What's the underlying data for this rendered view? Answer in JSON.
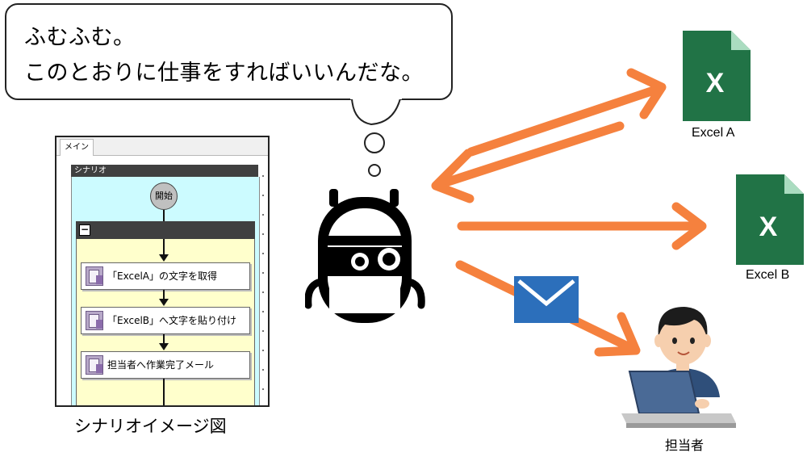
{
  "speech": {
    "line1": "ふむふむ。",
    "line2": "このとおりに仕事をすればいいんだな。"
  },
  "scenario_window": {
    "tab": "メイン",
    "header": "シナリオ",
    "start_node": "開始",
    "group_toggle": "−",
    "steps": [
      "「ExcelA」の文字を取得",
      "「ExcelB」へ文字を貼り付け",
      "担当者へ作業完了メール"
    ],
    "caption": "シナリオイメージ図"
  },
  "targets": {
    "excel_a": {
      "icon_letter": "X",
      "label": "Excel A"
    },
    "excel_b": {
      "icon_letter": "X",
      "label": "Excel B"
    },
    "person": {
      "label": "担当者"
    }
  },
  "colors": {
    "arrow": "#f5813e",
    "excel_green": "#217346",
    "mail_blue": "#2c6fbb"
  }
}
